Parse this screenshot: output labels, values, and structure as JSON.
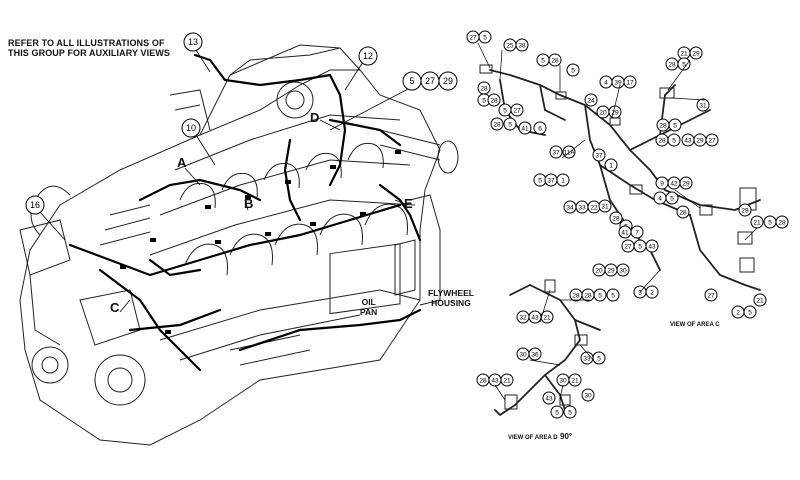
{
  "notes": {
    "refer": "REFER TO ALL ILLUSTRATIONS OF\nTHIS GROUP FOR AUXILIARY VIEWS",
    "oil_pan": "OIL\nPAN",
    "flywheel": "FLYWHEEL\nHOUSING",
    "view_c": "VIEW OF AREA C",
    "view_d": "VIEW OF AREA D",
    "rotation": "90°"
  },
  "area_labels": [
    "A",
    "B",
    "C",
    "D",
    "E"
  ],
  "main_callouts": [
    "13",
    "12",
    "5",
    "27",
    "29",
    "10",
    "16"
  ],
  "right_callouts": [
    "27",
    "5",
    "25",
    "38",
    "28",
    "5",
    "28",
    "5",
    "27",
    "5",
    "28",
    "5",
    "21",
    "29",
    "4",
    "39",
    "17",
    "28",
    "5",
    "31",
    "28",
    "5",
    "41",
    "6",
    "24",
    "20",
    "29",
    "28",
    "5",
    "37",
    "11A",
    "37",
    "1",
    "28",
    "5",
    "43",
    "29",
    "27",
    "5",
    "37",
    "1",
    "9",
    "42",
    "29",
    "34",
    "33",
    "22",
    "31",
    "28",
    "5",
    "4",
    "5",
    "28",
    "41",
    "7",
    "27",
    "5",
    "43",
    "29",
    "21",
    "5",
    "28",
    "20",
    "29",
    "30",
    "21",
    "3",
    "2",
    "27",
    "2",
    "5",
    "28",
    "28",
    "5",
    "5",
    "32",
    "43",
    "21",
    "30",
    "36",
    "33",
    "5",
    "28",
    "43",
    "21",
    "30",
    "21",
    "30",
    "43",
    "5",
    "5",
    "28"
  ]
}
